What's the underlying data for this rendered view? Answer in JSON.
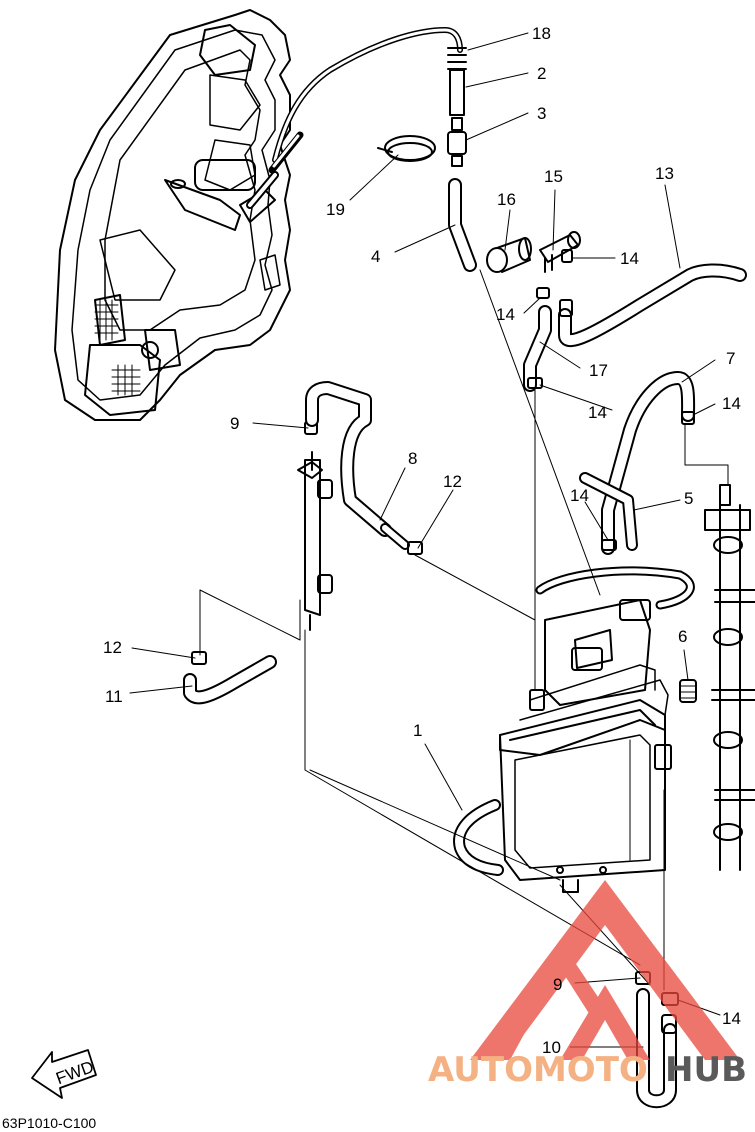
{
  "diagram": {
    "drawing_code": "63P1010-C100",
    "direction_label": "FWD",
    "callouts": [
      "1",
      "2",
      "3",
      "4",
      "5",
      "6",
      "7",
      "8",
      "9",
      "10",
      "11",
      "12",
      "13",
      "14",
      "15",
      "16",
      "17",
      "18",
      "19"
    ],
    "labels": {
      "c18": "18",
      "c2": "2",
      "c3": "3",
      "c19": "19",
      "c4": "4",
      "c15": "15",
      "c16": "16",
      "c13": "13",
      "c14a": "14",
      "c14b": "14",
      "c17": "17",
      "c14c": "14",
      "c7": "7",
      "c14d": "14",
      "c9a": "9",
      "c8": "8",
      "c12a": "12",
      "c14e": "14",
      "c5": "5",
      "c6": "6",
      "c12b": "12",
      "c11": "11",
      "c1": "1",
      "c9b": "9",
      "c14f": "14",
      "c10": "10"
    }
  },
  "watermark": {
    "text_part1": "AUTOMOTO",
    "text_part2": "HUB",
    "colors": {
      "triangle": "#e8483c",
      "text_orange": "#f4b183",
      "text_gray": "#5a5a5a"
    }
  }
}
